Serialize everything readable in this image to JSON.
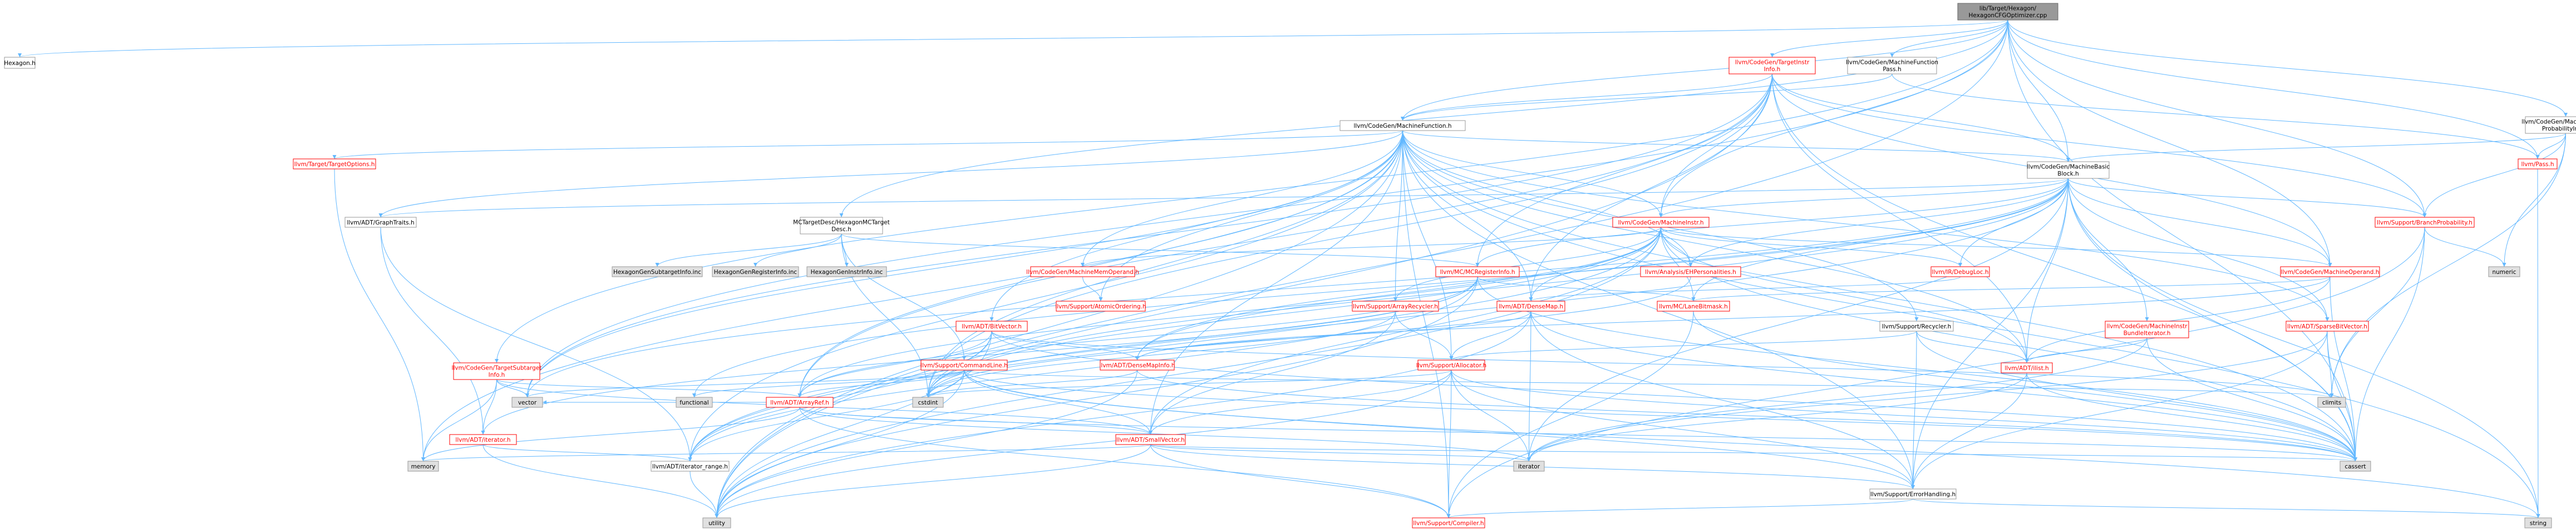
{
  "colors": {
    "edge": "#63b8ff",
    "root_fill": "#999999",
    "root_stroke": "#666666",
    "node_fill": "#ffffff",
    "node_stroke_doc": "#ff0000",
    "node_stroke_plain": "#999999",
    "system_fill": "#e0e0e0",
    "text_plain": "#000000",
    "text_link": "#ff0000"
  },
  "nodes": [
    {
      "id": "root",
      "lines": [
        "lib/Target/Hexagon/",
        "HexagonCFGOptimizer.cpp"
      ],
      "kind": "root"
    },
    {
      "id": "hexagon_h",
      "lines": [
        "Hexagon.h"
      ],
      "kind": "plain"
    },
    {
      "id": "tii",
      "lines": [
        "llvm/CodeGen/TargetInstr",
        "Info.h"
      ],
      "kind": "doc"
    },
    {
      "id": "mfpass",
      "lines": [
        "llvm/CodeGen/MachineFunction",
        "Pass.h"
      ],
      "kind": "plain"
    },
    {
      "id": "mbpi",
      "lines": [
        "llvm/CodeGen/MachineBranch",
        "ProbabilityInfo.h"
      ],
      "kind": "plain"
    },
    {
      "id": "mf",
      "lines": [
        "llvm/CodeGen/MachineFunction.h"
      ],
      "kind": "plain"
    },
    {
      "id": "pass",
      "lines": [
        "llvm/Pass.h"
      ],
      "kind": "doc"
    },
    {
      "id": "targetopts",
      "lines": [
        "llvm/Target/TargetOptions.h"
      ],
      "kind": "doc"
    },
    {
      "id": "graphtraits",
      "lines": [
        "llvm/ADT/GraphTraits.h"
      ],
      "kind": "plain"
    },
    {
      "id": "mctarget",
      "lines": [
        "MCTargetDesc/HexagonMCTarget",
        "Desc.h"
      ],
      "kind": "plain"
    },
    {
      "id": "mbb",
      "lines": [
        "llvm/CodeGen/MachineBasic",
        "Block.h"
      ],
      "kind": "plain"
    },
    {
      "id": "mi",
      "lines": [
        "llvm/CodeGen/MachineInstr.h"
      ],
      "kind": "doc"
    },
    {
      "id": "branchprob",
      "lines": [
        "llvm/Support/BranchProbability.h"
      ],
      "kind": "doc"
    },
    {
      "id": "subtargetinc",
      "lines": [
        "HexagonGenSubtargetInfo.inc"
      ],
      "kind": "system"
    },
    {
      "id": "registerinc",
      "lines": [
        "HexagonGenRegisterInfo.inc"
      ],
      "kind": "system"
    },
    {
      "id": "instrinc",
      "lines": [
        "HexagonGenInstrInfo.inc"
      ],
      "kind": "system"
    },
    {
      "id": "mmo",
      "lines": [
        "llvm/CodeGen/MachineMemOperand.h"
      ],
      "kind": "doc"
    },
    {
      "id": "mcreg",
      "lines": [
        "llvm/MC/MCRegisterInfo.h"
      ],
      "kind": "doc"
    },
    {
      "id": "ehpers",
      "lines": [
        "llvm/Analysis/EHPersonalities.h"
      ],
      "kind": "doc"
    },
    {
      "id": "debugloc",
      "lines": [
        "llvm/IR/DebugLoc.h"
      ],
      "kind": "doc"
    },
    {
      "id": "mo",
      "lines": [
        "llvm/CodeGen/MachineOperand.h"
      ],
      "kind": "doc"
    },
    {
      "id": "numeric",
      "lines": [
        "numeric"
      ],
      "kind": "system"
    },
    {
      "id": "atomic",
      "lines": [
        "llvm/Support/AtomicOrdering.h"
      ],
      "kind": "doc"
    },
    {
      "id": "bitvector",
      "lines": [
        "llvm/ADT/BitVector.h"
      ],
      "kind": "doc"
    },
    {
      "id": "arrayrecycler",
      "lines": [
        "llvm/Support/ArrayRecycler.h"
      ],
      "kind": "doc"
    },
    {
      "id": "densemap",
      "lines": [
        "llvm/ADT/DenseMap.h"
      ],
      "kind": "doc"
    },
    {
      "id": "lanebitmask",
      "lines": [
        "llvm/MC/LaneBitmask.h"
      ],
      "kind": "doc"
    },
    {
      "id": "recycler",
      "lines": [
        "llvm/Support/Recycler.h"
      ],
      "kind": "plain"
    },
    {
      "id": "mibundle",
      "lines": [
        "llvm/CodeGen/MachineInstr",
        "BundleIterator.h"
      ],
      "kind": "doc"
    },
    {
      "id": "sparsebv",
      "lines": [
        "llvm/ADT/SparseBitVector.h"
      ],
      "kind": "doc"
    },
    {
      "id": "cmdline",
      "lines": [
        "llvm/Support/CommandLine.h"
      ],
      "kind": "doc"
    },
    {
      "id": "densemapinfo",
      "lines": [
        "llvm/ADT/DenseMapInfo.h"
      ],
      "kind": "doc"
    },
    {
      "id": "allocator",
      "lines": [
        "llvm/Support/Allocator.h"
      ],
      "kind": "doc"
    },
    {
      "id": "ilist",
      "lines": [
        "llvm/ADT/ilist.h"
      ],
      "kind": "doc"
    },
    {
      "id": "tsi",
      "lines": [
        "llvm/CodeGen/TargetSubtarget",
        "Info.h"
      ],
      "kind": "doc"
    },
    {
      "id": "vector",
      "lines": [
        "vector"
      ],
      "kind": "system"
    },
    {
      "id": "functional",
      "lines": [
        "functional"
      ],
      "kind": "system"
    },
    {
      "id": "arrayref",
      "lines": [
        "llvm/ADT/ArrayRef.h"
      ],
      "kind": "doc"
    },
    {
      "id": "cstdint",
      "lines": [
        "cstdint"
      ],
      "kind": "system"
    },
    {
      "id": "climits",
      "lines": [
        "climits"
      ],
      "kind": "system"
    },
    {
      "id": "iterator_h",
      "lines": [
        "llvm/ADT/iterator.h"
      ],
      "kind": "doc"
    },
    {
      "id": "smallvector",
      "lines": [
        "llvm/ADT/SmallVector.h"
      ],
      "kind": "doc"
    },
    {
      "id": "memory",
      "lines": [
        "memory"
      ],
      "kind": "system"
    },
    {
      "id": "iterrange",
      "lines": [
        "llvm/ADT/iterator_range.h"
      ],
      "kind": "plain"
    },
    {
      "id": "iterator_std",
      "lines": [
        "iterator"
      ],
      "kind": "system"
    },
    {
      "id": "cassert",
      "lines": [
        "cassert"
      ],
      "kind": "system"
    },
    {
      "id": "errorhandling",
      "lines": [
        "llvm/Support/ErrorHandling.h"
      ],
      "kind": "plain"
    },
    {
      "id": "utility",
      "lines": [
        "utility"
      ],
      "kind": "system"
    },
    {
      "id": "compiler",
      "lines": [
        "llvm/Support/Compiler.h"
      ],
      "kind": "doc"
    },
    {
      "id": "string",
      "lines": [
        "string"
      ],
      "kind": "system"
    }
  ],
  "edges": [
    [
      "root",
      "hexagon_h"
    ],
    [
      "root",
      "tii"
    ],
    [
      "root",
      "mfpass"
    ],
    [
      "root",
      "mbpi"
    ],
    [
      "root",
      "mf"
    ],
    [
      "root",
      "mbb"
    ],
    [
      "root",
      "mi"
    ],
    [
      "root",
      "pass"
    ],
    [
      "root",
      "mctarget"
    ],
    [
      "root",
      "cassert"
    ],
    [
      "root",
      "vector"
    ],
    [
      "root",
      "utility"
    ],
    [
      "root",
      "mo"
    ],
    [
      "root",
      "branchprob"
    ],
    [
      "root",
      "tsi"
    ],
    [
      "tii",
      "mf"
    ],
    [
      "tii",
      "mbb"
    ],
    [
      "tii",
      "mi"
    ],
    [
      "tii",
      "mo"
    ],
    [
      "tii",
      "branchprob"
    ],
    [
      "tii",
      "mcreg"
    ],
    [
      "tii",
      "arrayref"
    ],
    [
      "tii",
      "densemap"
    ],
    [
      "tii",
      "cassert"
    ],
    [
      "tii",
      "cstdint"
    ],
    [
      "tii",
      "utility"
    ],
    [
      "tii",
      "vector"
    ],
    [
      "tii",
      "ilist"
    ],
    [
      "mfpass",
      "mf"
    ],
    [
      "mfpass",
      "pass"
    ],
    [
      "mbpi",
      "mbb"
    ],
    [
      "mbpi",
      "branchprob"
    ],
    [
      "mbpi",
      "pass"
    ],
    [
      "mbpi",
      "numeric"
    ],
    [
      "mbpi",
      "climits"
    ],
    [
      "mf",
      "targetopts"
    ],
    [
      "mf",
      "graphtraits"
    ],
    [
      "mf",
      "mbb"
    ],
    [
      "mf",
      "mi"
    ],
    [
      "mf",
      "mmo"
    ],
    [
      "mf",
      "atomic"
    ],
    [
      "mf",
      "bitvector"
    ],
    [
      "mf",
      "arrayrecycler"
    ],
    [
      "mf",
      "densemap"
    ],
    [
      "mf",
      "recycler"
    ],
    [
      "mf",
      "ilist"
    ],
    [
      "mf",
      "smallvector"
    ],
    [
      "mf",
      "iterrange"
    ],
    [
      "mf",
      "allocator"
    ],
    [
      "mf",
      "cassert"
    ],
    [
      "mf",
      "cstdint"
    ],
    [
      "mf",
      "memory"
    ],
    [
      "mf",
      "utility"
    ],
    [
      "mf",
      "vector"
    ],
    [
      "mf",
      "ehpers"
    ],
    [
      "mf",
      "sparsebv"
    ],
    [
      "mf",
      "errorhandling"
    ],
    [
      "mf",
      "compiler"
    ],
    [
      "mf",
      "arrayref"
    ],
    [
      "mf",
      "string"
    ],
    [
      "mbb",
      "graphtraits"
    ],
    [
      "mbb",
      "sparsebv"
    ],
    [
      "mbb",
      "ilist"
    ],
    [
      "mbb",
      "iterrange"
    ],
    [
      "mbb",
      "mi"
    ],
    [
      "mbb",
      "mibundle"
    ],
    [
      "mbb",
      "lanebitmask"
    ],
    [
      "mbb",
      "branchprob"
    ],
    [
      "mbb",
      "debugloc"
    ],
    [
      "mbb",
      "mcreg"
    ],
    [
      "mbb",
      "mo"
    ],
    [
      "mbb",
      "cassert"
    ],
    [
      "mbb",
      "cstdint"
    ],
    [
      "mbb",
      "functional"
    ],
    [
      "mbb",
      "iterator_std"
    ],
    [
      "mbb",
      "string"
    ],
    [
      "mbb",
      "vector"
    ],
    [
      "mbb",
      "ehpers"
    ],
    [
      "mbb",
      "densemapinfo"
    ],
    [
      "mbb",
      "errorhandling"
    ],
    [
      "mi",
      "densemapinfo"
    ],
    [
      "mi",
      "ilist"
    ],
    [
      "mi",
      "iterrange"
    ],
    [
      "mi",
      "arrayrecycler"
    ],
    [
      "mi",
      "mmo"
    ],
    [
      "mi",
      "mo"
    ],
    [
      "mi",
      "debugloc"
    ],
    [
      "mi",
      "ehpers"
    ],
    [
      "mi",
      "cassert"
    ],
    [
      "mi",
      "cstdint"
    ],
    [
      "mi",
      "utility"
    ],
    [
      "mi",
      "arrayref"
    ],
    [
      "mi",
      "smallvector"
    ],
    [
      "mi",
      "lanebitmask"
    ],
    [
      "mi",
      "densemap"
    ],
    [
      "pass",
      "string"
    ],
    [
      "mctarget",
      "subtargetinc"
    ],
    [
      "mctarget",
      "registerinc"
    ],
    [
      "mctarget",
      "instrinc"
    ],
    [
      "mctarget",
      "mcreg"
    ],
    [
      "mctarget",
      "cmdline"
    ],
    [
      "mctarget",
      "cstdint"
    ],
    [
      "targetopts",
      "memory"
    ],
    [
      "graphtraits",
      "iterator_h"
    ],
    [
      "graphtraits",
      "iterrange"
    ],
    [
      "branchprob",
      "cassert"
    ],
    [
      "branchprob",
      "numeric"
    ],
    [
      "branchprob",
      "climits"
    ],
    [
      "branchprob",
      "compiler"
    ],
    [
      "mmo",
      "atomic"
    ],
    [
      "mcreg",
      "arrayref"
    ],
    [
      "mcreg",
      "iterator_h"
    ],
    [
      "mcreg",
      "lanebitmask"
    ],
    [
      "mcreg",
      "cassert"
    ],
    [
      "mcreg",
      "cstdint"
    ],
    [
      "mcreg",
      "utility"
    ],
    [
      "mcreg",
      "iterrange"
    ],
    [
      "ehpers",
      "cstdint"
    ],
    [
      "debugloc",
      "densemap"
    ],
    [
      "mo",
      "densemapinfo"
    ],
    [
      "mo",
      "lanebitmask"
    ],
    [
      "mo",
      "cassert"
    ],
    [
      "mo",
      "ilist"
    ],
    [
      "bitvector",
      "arrayref"
    ],
    [
      "bitvector",
      "densemapinfo"
    ],
    [
      "bitvector",
      "iterrange"
    ],
    [
      "bitvector",
      "cassert"
    ],
    [
      "bitvector",
      "climits"
    ],
    [
      "bitvector",
      "cstdint"
    ],
    [
      "bitvector",
      "utility"
    ],
    [
      "arrayrecycler",
      "smallvector"
    ],
    [
      "arrayrecycler",
      "allocator"
    ],
    [
      "arrayrecycler",
      "cstdint"
    ],
    [
      "densemap",
      "densemapinfo"
    ],
    [
      "densemap",
      "allocator"
    ],
    [
      "densemap",
      "iterator_std"
    ],
    [
      "densemap",
      "utility"
    ],
    [
      "densemap",
      "cassert"
    ],
    [
      "densemap",
      "errorhandling"
    ],
    [
      "lanebitmask",
      "compiler"
    ],
    [
      "lanebitmask",
      "cassert"
    ],
    [
      "recycler",
      "allocator"
    ],
    [
      "recycler",
      "cassert"
    ],
    [
      "recycler",
      "errorhandling"
    ],
    [
      "recycler",
      "ilist"
    ],
    [
      "mibundle",
      "ilist"
    ],
    [
      "mibundle",
      "cassert"
    ],
    [
      "mibundle",
      "iterator_std"
    ],
    [
      "sparsebv",
      "errorhandling"
    ],
    [
      "sparsebv",
      "cassert"
    ],
    [
      "sparsebv",
      "climits"
    ],
    [
      "sparsebv",
      "iterator_std"
    ],
    [
      "cmdline",
      "arrayref"
    ],
    [
      "cmdline",
      "smallvector"
    ],
    [
      "cmdline",
      "iterrange"
    ],
    [
      "cmdline",
      "errorhandling"
    ],
    [
      "cmdline",
      "cassert"
    ],
    [
      "cmdline",
      "climits"
    ],
    [
      "cmdline",
      "functional"
    ],
    [
      "cmdline",
      "vector"
    ],
    [
      "cmdline",
      "utility"
    ],
    [
      "cmdline",
      "string"
    ],
    [
      "densemapinfo",
      "cassert"
    ],
    [
      "densemapinfo",
      "cstdint"
    ],
    [
      "densemapinfo",
      "utility"
    ],
    [
      "allocator",
      "errorhandling"
    ],
    [
      "allocator",
      "compiler"
    ],
    [
      "allocator",
      "cassert"
    ],
    [
      "allocator",
      "cstdint"
    ],
    [
      "allocator",
      "iterator_std"
    ],
    [
      "allocator",
      "utility"
    ],
    [
      "allocator",
      "smallvector"
    ],
    [
      "ilist",
      "errorhandling"
    ],
    [
      "ilist",
      "cassert"
    ],
    [
      "ilist",
      "iterator_std"
    ],
    [
      "tsi",
      "arrayref"
    ],
    [
      "tsi",
      "smallvector"
    ],
    [
      "tsi",
      "memory"
    ],
    [
      "tsi",
      "vector"
    ],
    [
      "tsi",
      "iterator_h"
    ],
    [
      "arrayref",
      "smallvector"
    ],
    [
      "arrayref",
      "compiler"
    ],
    [
      "arrayref",
      "cassert"
    ],
    [
      "arrayref",
      "iterator_std"
    ],
    [
      "arrayref",
      "memory"
    ],
    [
      "arrayref",
      "vector"
    ],
    [
      "iterator_h",
      "iterrange"
    ],
    [
      "iterator_h",
      "utility"
    ],
    [
      "smallvector",
      "compiler"
    ],
    [
      "smallvector",
      "cassert"
    ],
    [
      "smallvector",
      "iterator_std"
    ],
    [
      "smallvector",
      "memory"
    ],
    [
      "smallvector",
      "utility"
    ],
    [
      "smallvector",
      "errorhandling"
    ],
    [
      "iterrange",
      "utility"
    ],
    [
      "errorhandling",
      "compiler"
    ],
    [
      "errorhandling",
      "string"
    ]
  ]
}
